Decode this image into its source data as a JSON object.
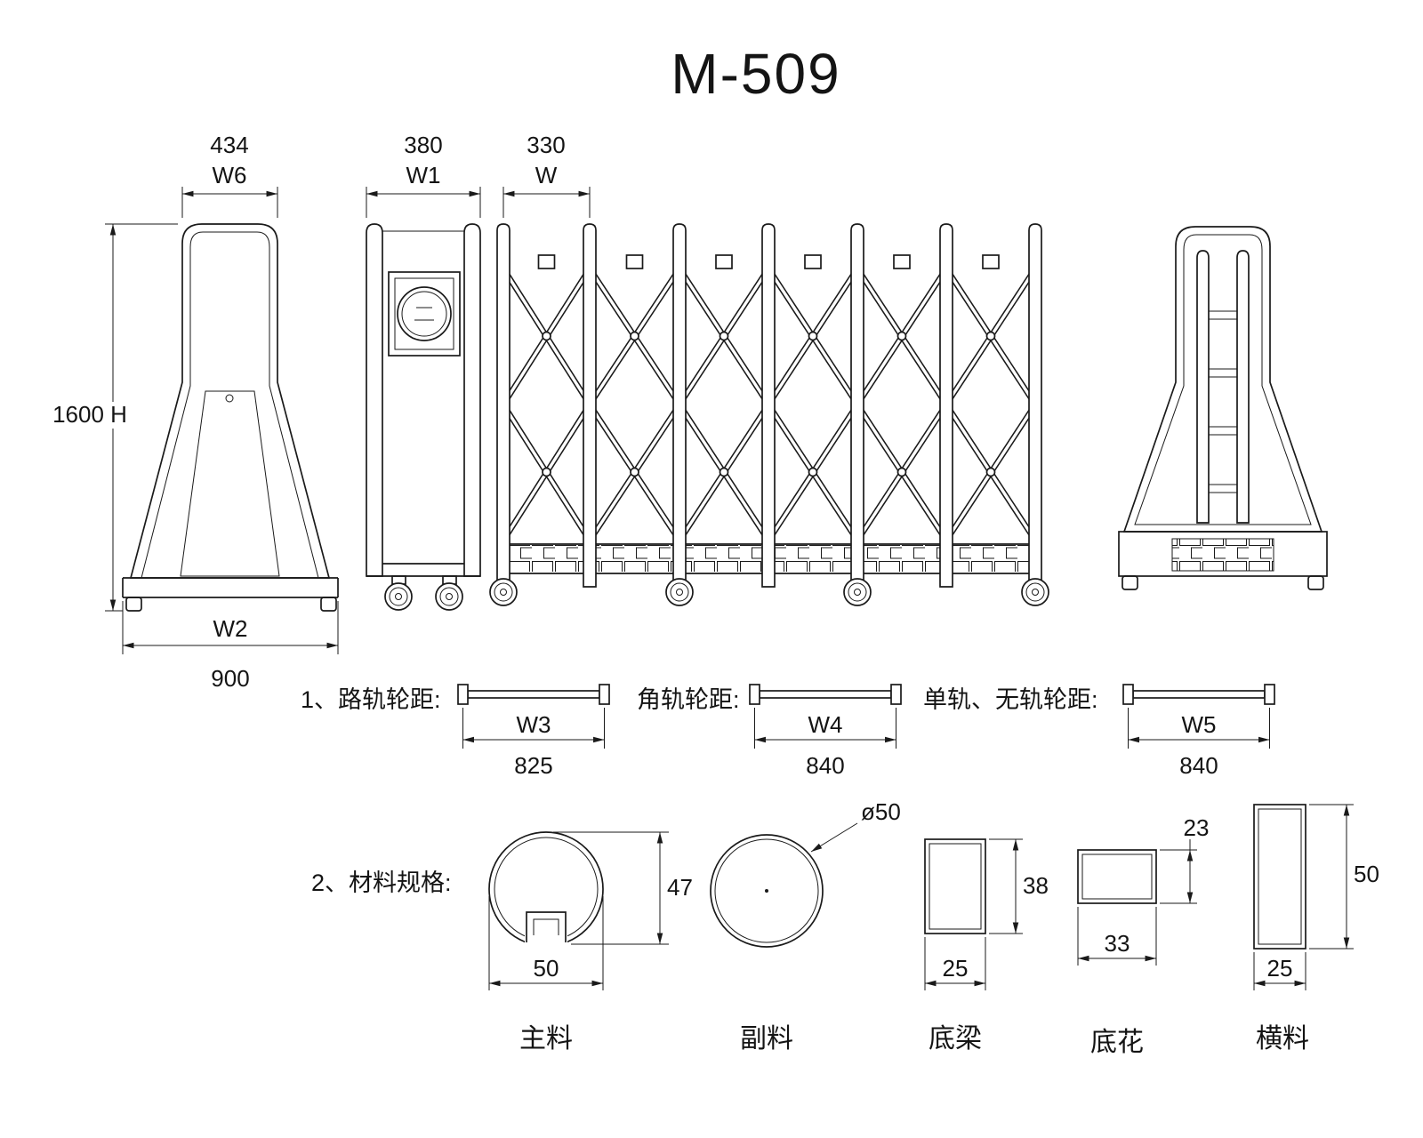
{
  "title": "M-509",
  "colors": {
    "title": "#4ac9ef",
    "line": "#1a1a1a"
  },
  "views": {
    "end_left": {
      "width_value": "434",
      "width_label": "W6",
      "height_value": "1600 H",
      "base_label": "W2",
      "base_value": "900"
    },
    "lead_post": {
      "width_value": "380",
      "width_label": "W1"
    },
    "gate": {
      "pitch_value": "330",
      "pitch_label": "W"
    }
  },
  "wheel_tracks": [
    {
      "label": "1、路轨轮距:",
      "dim_label": "W3",
      "value": "825"
    },
    {
      "label": "角轨轮距:",
      "dim_label": "W4",
      "value": "840"
    },
    {
      "label": "单轨、无轨轮距:",
      "dim_label": "W5",
      "value": "840"
    }
  ],
  "materials": {
    "heading": "2、材料规格:",
    "main": {
      "name": "主料",
      "height": "47",
      "width": "50"
    },
    "secondary": {
      "name": "副料",
      "diameter": "ø50"
    },
    "bottom_beam": {
      "name": "底梁",
      "height": "38",
      "width": "25"
    },
    "bottom_flower": {
      "name": "底花",
      "height": "23",
      "width": "33"
    },
    "cross": {
      "name": "横料",
      "height": "50",
      "width": "25"
    }
  }
}
